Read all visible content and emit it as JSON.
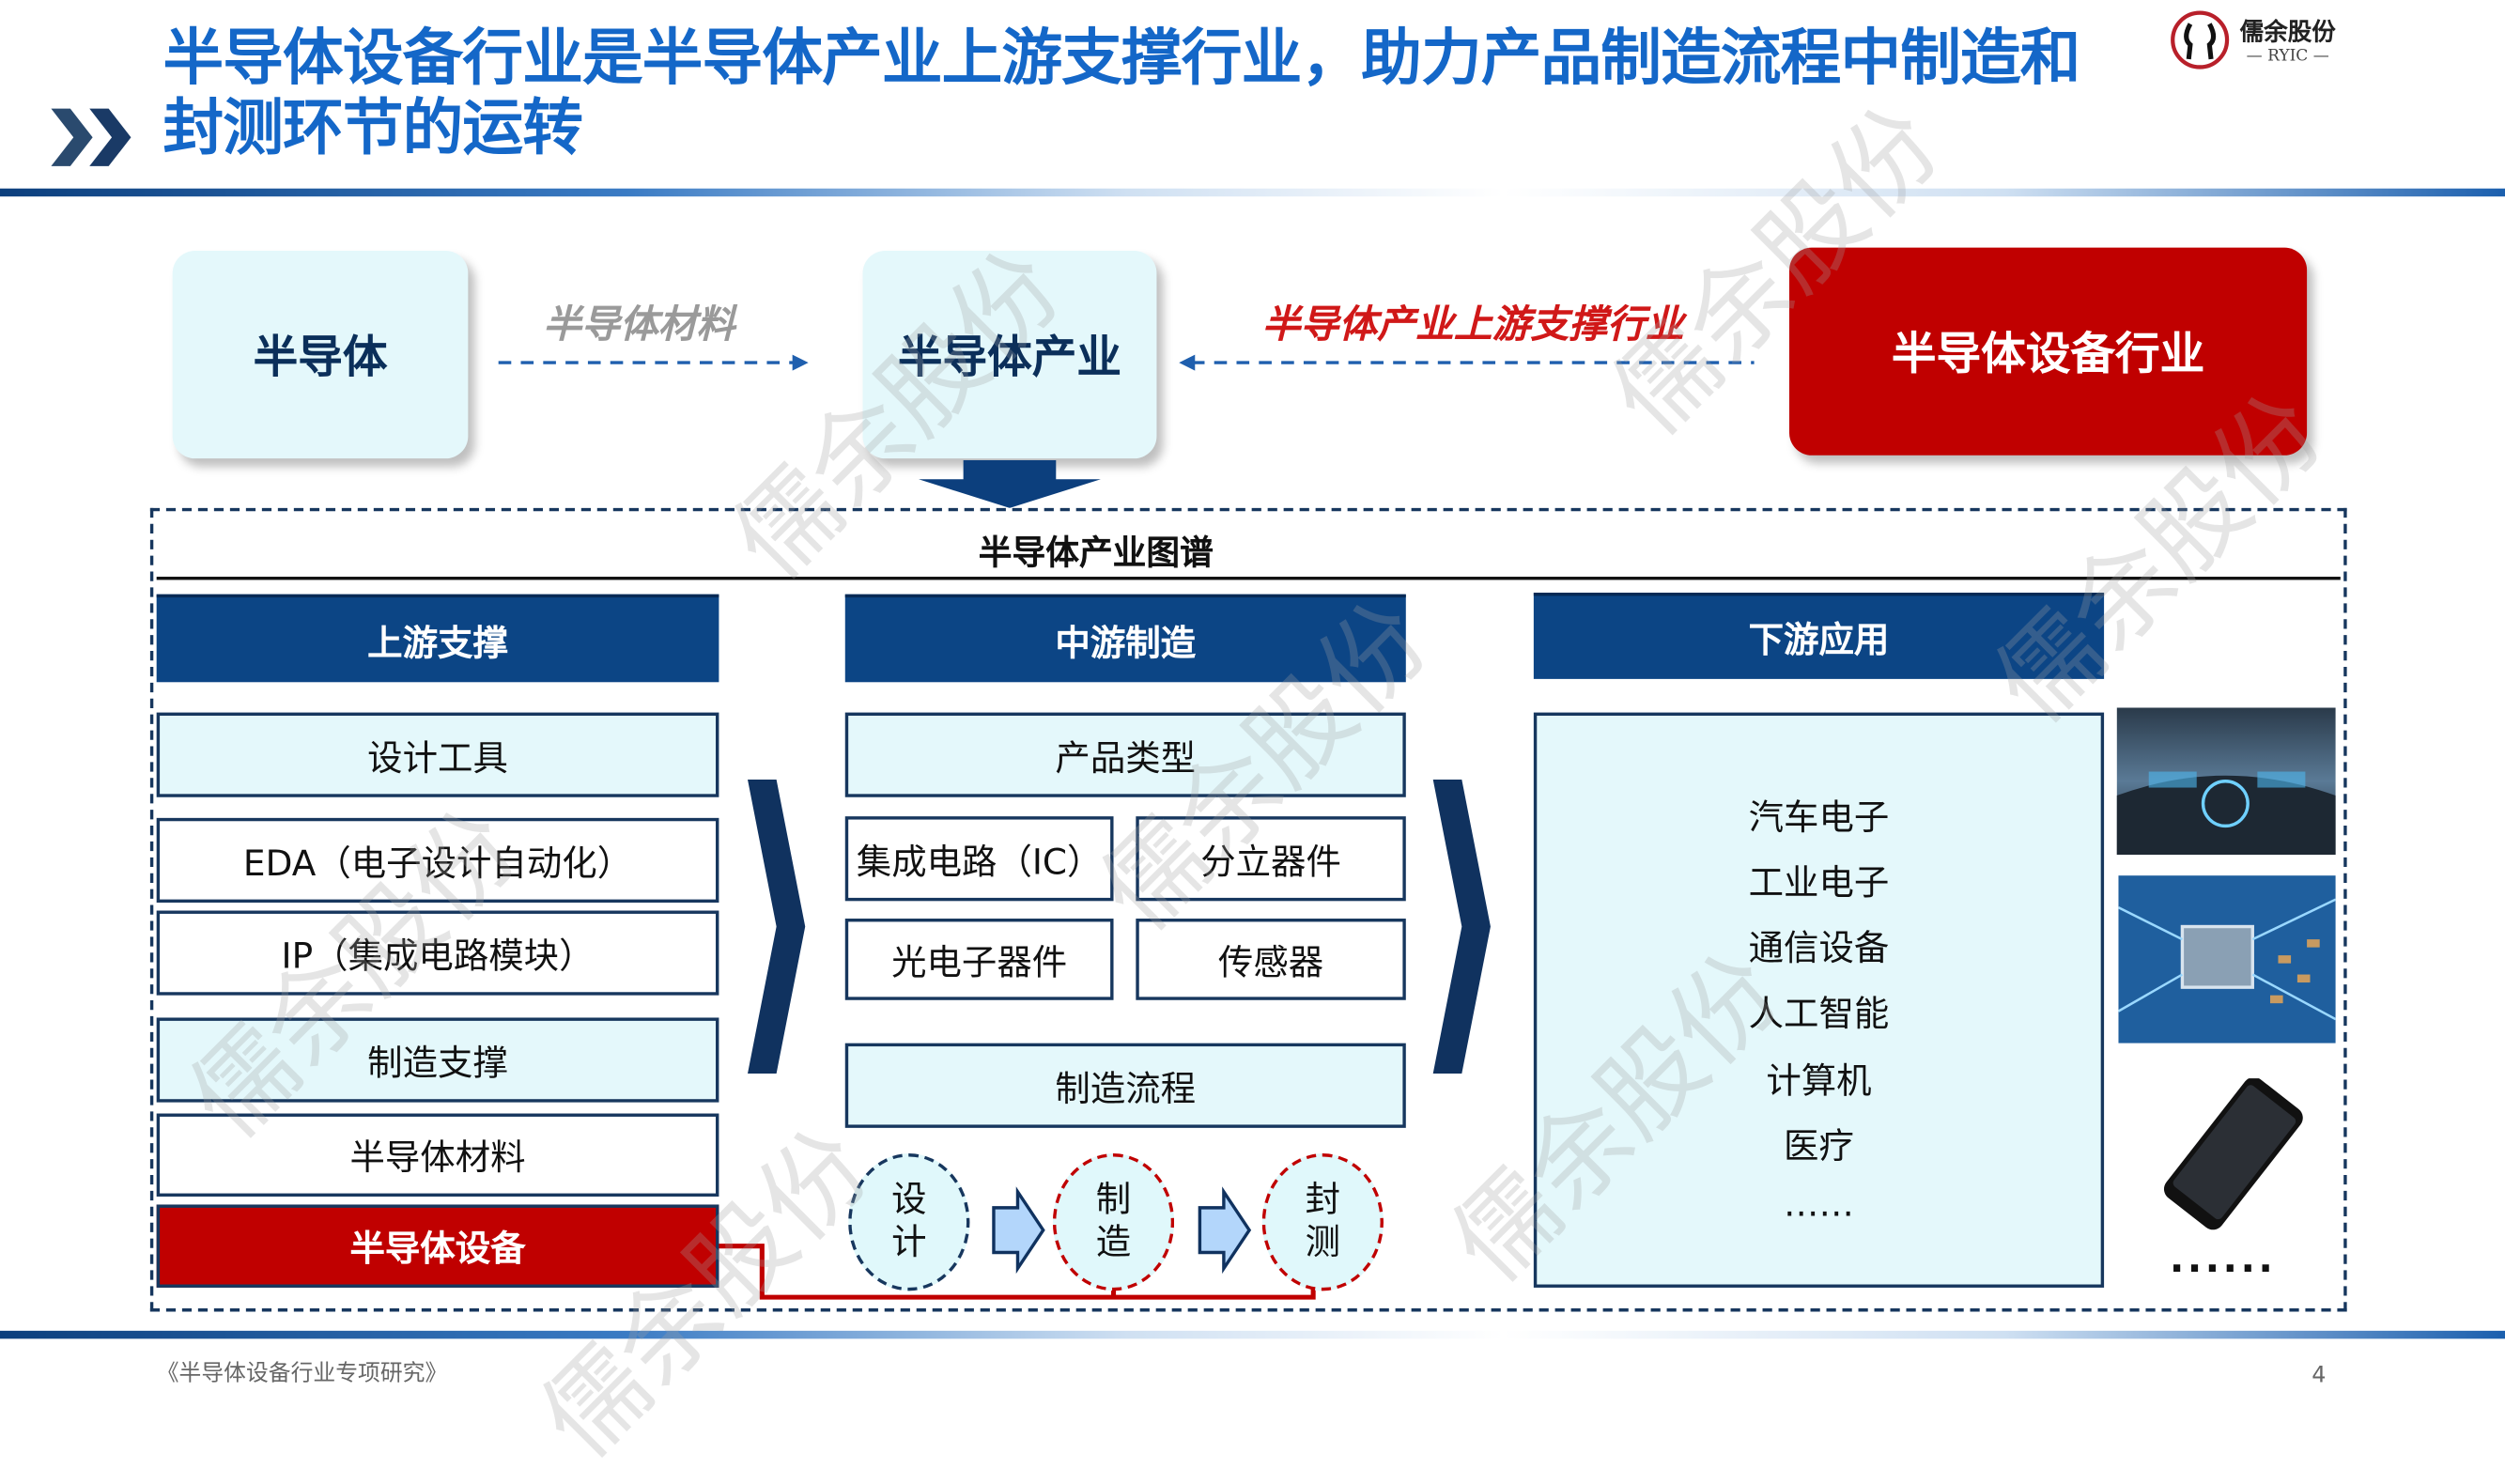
{
  "header": {
    "title_line1": "半导体设备行业是半导体产业上游支撑行业，助力产品制造流程中制造和",
    "title_line2": "封测环节的运转",
    "logo_name": "儒余股份",
    "logo_sub": "— RYIC —"
  },
  "flow": {
    "box_left": "半导体",
    "arrow_left_label": "半导体材料",
    "box_middle": "半导体产业",
    "arrow_right_label": "半导体产业上游支撑行业",
    "box_right": "半导体设备行业"
  },
  "map": {
    "title": "半导体产业图谱",
    "upstream": {
      "header": "上游支撑",
      "items": [
        "设计工具",
        "EDA（电子设计自动化）",
        "IP（集成电路模块）",
        "制造支撑",
        "半导体材料",
        "半导体设备"
      ]
    },
    "midstream": {
      "header": "中游制造",
      "product_types": "产品类型",
      "products": [
        "集成电路（IC）",
        "分立器件",
        "光电子器件",
        "传感器"
      ],
      "process": "制造流程",
      "steps": [
        "设\n计",
        "制\n造",
        "封\n测"
      ]
    },
    "downstream": {
      "header": "下游应用",
      "items": [
        "汽车电子",
        "工业电子",
        "通信设备",
        "人工智能",
        "计算机",
        "医疗",
        "……"
      ],
      "more": "......"
    }
  },
  "footer": {
    "source": "《半导体设备行业专项研究》",
    "page": "4"
  },
  "watermark": "儒余股份",
  "colors": {
    "title_blue": "#1467c8",
    "navy": "#0c4585",
    "red": "#c00000",
    "light_cyan": "#e4f8fb"
  }
}
